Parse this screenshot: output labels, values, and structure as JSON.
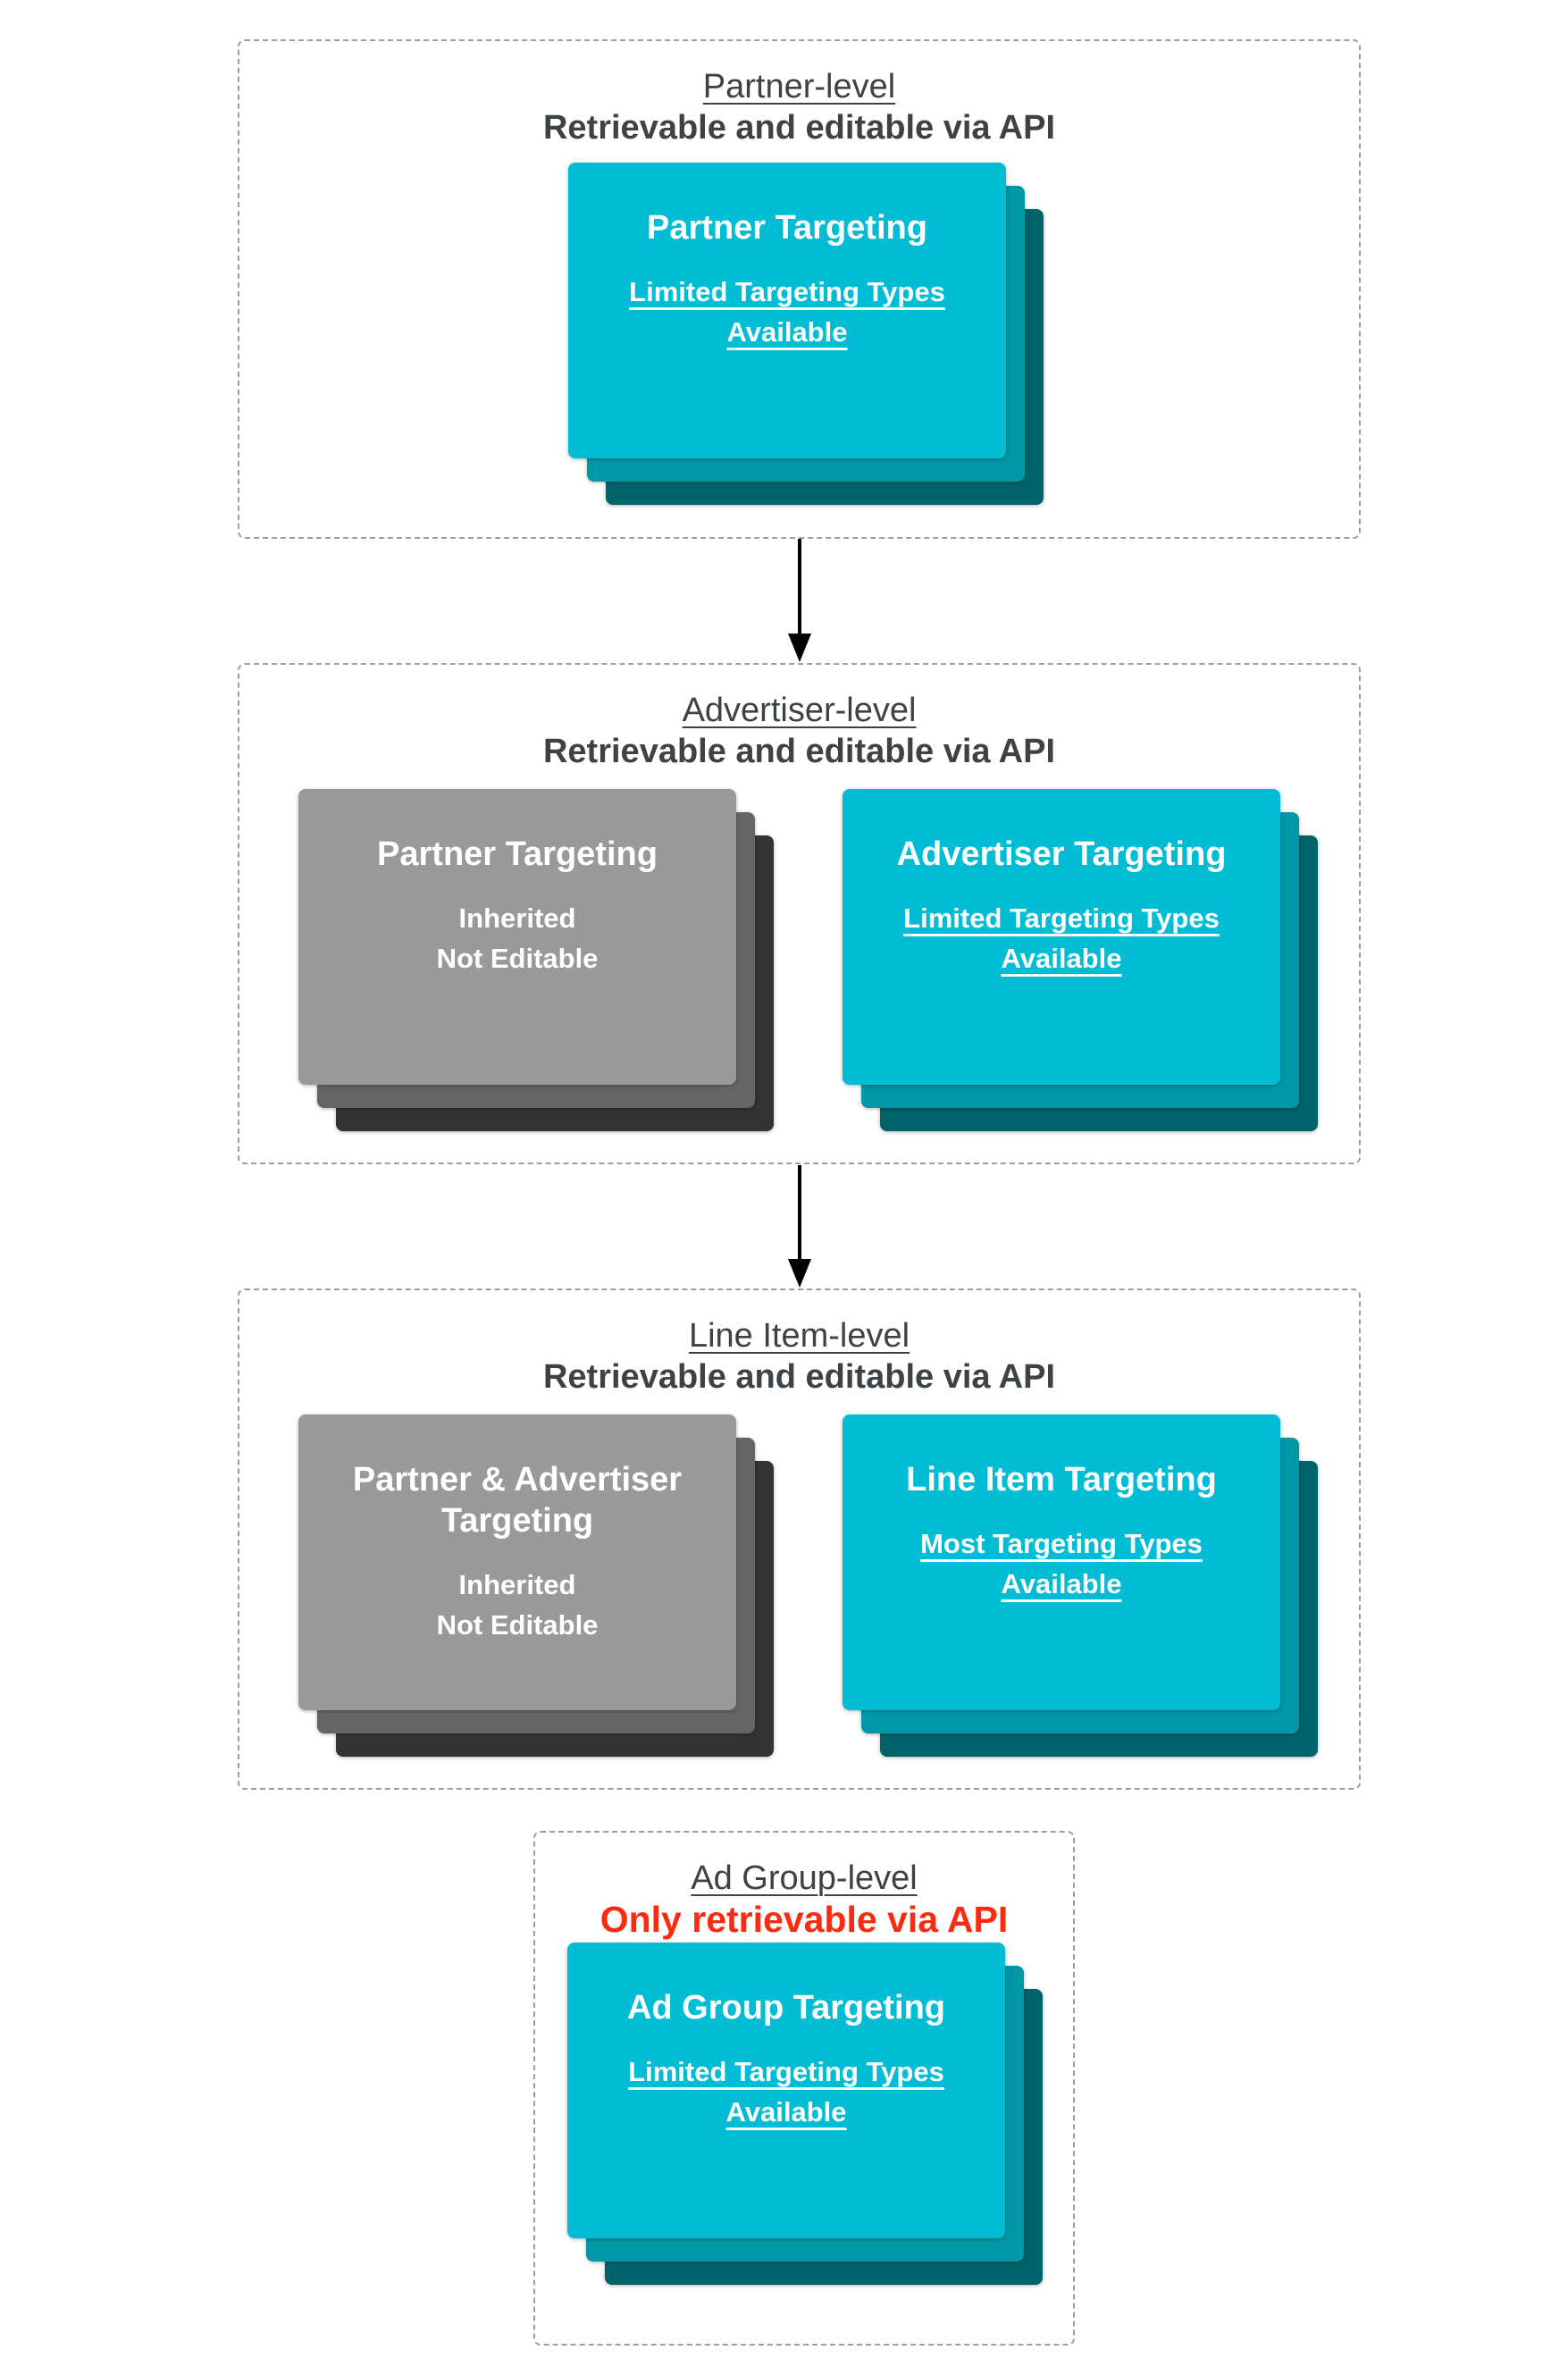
{
  "colors": {
    "teal": "#00bcd4",
    "teal_mid": "#0097a7",
    "teal_dark": "#00636c",
    "gray": "#999999",
    "gray_mid": "#656565",
    "gray_dark": "#333333",
    "heading": "#3f4245",
    "alert_red": "#fb2b10",
    "border_gray": "#9e9e9e",
    "arrow_black": "#000000"
  },
  "sections": [
    {
      "title": "Partner-level",
      "subtitle": "Retrievable and editable via API",
      "cards": [
        {
          "style": "teal",
          "title": "Partner Targeting",
          "body": "Limited Targeting Types Available"
        }
      ]
    },
    {
      "title": "Advertiser-level",
      "subtitle": "Retrievable and editable via API",
      "cards": [
        {
          "style": "gray",
          "title": "Partner Targeting",
          "body_line1": "Inherited",
          "body_line2": "Not Editable"
        },
        {
          "style": "teal",
          "title": "Advertiser Targeting",
          "body": "Limited Targeting Types Available"
        }
      ]
    },
    {
      "title": "Line Item-level",
      "subtitle": "Retrievable and editable via API",
      "cards": [
        {
          "style": "gray",
          "title": "Partner & Advertiser Targeting",
          "body_line1": "Inherited",
          "body_line2": "Not Editable"
        },
        {
          "style": "teal",
          "title": "Line Item Targeting",
          "body": "Most Targeting Types Available"
        }
      ]
    },
    {
      "title": "Ad Group-level",
      "subtitle": "Only retrievable via API",
      "cards": [
        {
          "style": "teal",
          "title": "Ad Group Targeting",
          "body": "Limited Targeting Types Available"
        }
      ]
    }
  ]
}
